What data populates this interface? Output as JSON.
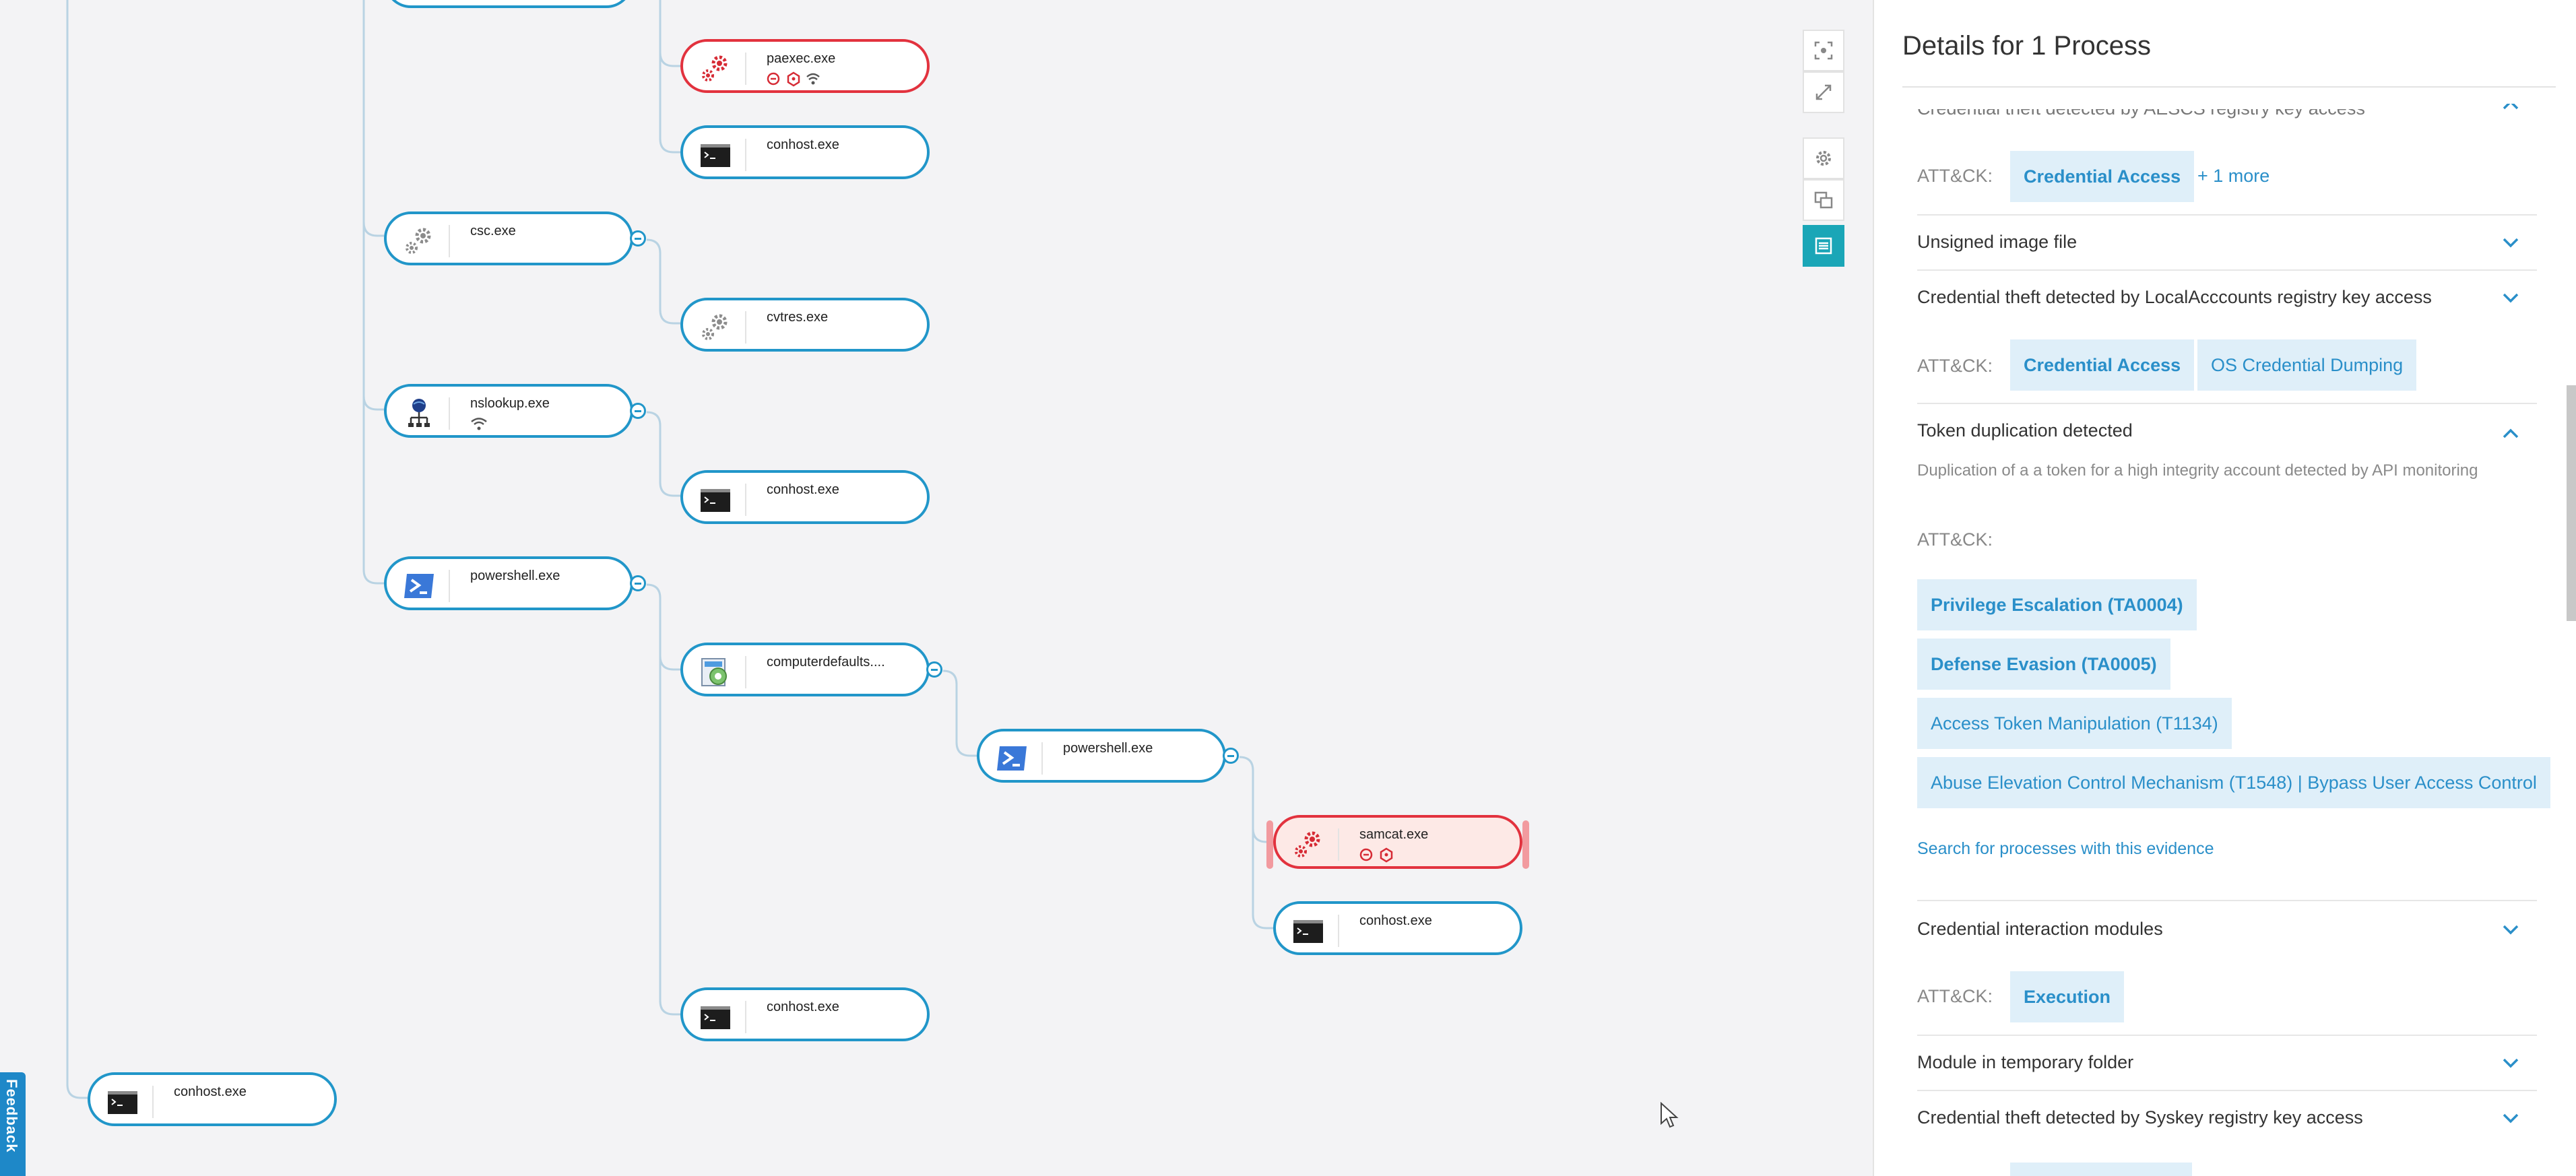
{
  "tree": {
    "nodes": {
      "paexec": {
        "name": "paexec.exe",
        "icon": "gear-red-icon"
      },
      "conhost1": {
        "name": "conhost.exe",
        "icon": "console-icon"
      },
      "csc": {
        "name": "csc.exe",
        "icon": "gear-icon"
      },
      "cvtres": {
        "name": "cvtres.exe",
        "icon": "gear-icon"
      },
      "nslookup": {
        "name": "nslookup.exe",
        "icon": "network-globe-icon"
      },
      "conhost2": {
        "name": "conhost.exe",
        "icon": "console-icon"
      },
      "powershell1": {
        "name": "powershell.exe",
        "icon": "powershell-icon"
      },
      "computerdefaults": {
        "name": "computerdefaults....",
        "icon": "defaults-app-icon"
      },
      "powershell2": {
        "name": "powershell.exe",
        "icon": "powershell-icon"
      },
      "samcat": {
        "name": "samcat.exe",
        "icon": "gear-red-icon"
      },
      "conhost3": {
        "name": "conhost.exe",
        "icon": "console-icon"
      },
      "conhost4": {
        "name": "conhost.exe",
        "icon": "console-icon"
      },
      "conhost5": {
        "name": "conhost.exe",
        "icon": "console-icon"
      }
    }
  },
  "toolbar": {
    "buttons": [
      "focus-icon",
      "expand-icon",
      "settings-icon",
      "layers-icon",
      "details-list-icon"
    ]
  },
  "feedback": {
    "label": "Feedback"
  },
  "panel": {
    "title": "Details for 1 Process",
    "cut_heading": "Credential theft detected by AESCS registry key access",
    "attck_label": "ATT&CK:",
    "section1": {
      "tags": [
        "Credential Access"
      ],
      "more": "+ 1 more"
    },
    "unsigned": {
      "label": "Unsigned image file"
    },
    "localaccounts": {
      "label": "Credential theft detected by LocalAcccounts registry key access",
      "tags": [
        "Credential Access",
        "OS Credential Dumping"
      ]
    },
    "token": {
      "label": "Token duplication detected",
      "description": "Duplication of a a token for a high integrity account detected by API monitoring",
      "tags": [
        "Privilege Escalation (TA0004)",
        "Defense Evasion (TA0005)",
        "Access Token Manipulation (T1134)",
        "Abuse Elevation Control Mechanism (T1548) | Bypass User Access Control"
      ],
      "search_link": "Search for processes with this evidence"
    },
    "modules": {
      "label": "Credential interaction modules",
      "tags": [
        "Execution"
      ]
    },
    "tempfolder": {
      "label": "Module in temporary folder"
    },
    "syskey": {
      "label": "Credential theft detected by Syskey registry key access"
    }
  },
  "colors": {
    "node_border": "#2196c9",
    "alert_border": "#e2323e",
    "alert_fill": "#fde9e6",
    "tag_bg": "#dfeff9",
    "tag_text": "#2a8fc9",
    "toolbar_active": "#1aa6b7"
  }
}
